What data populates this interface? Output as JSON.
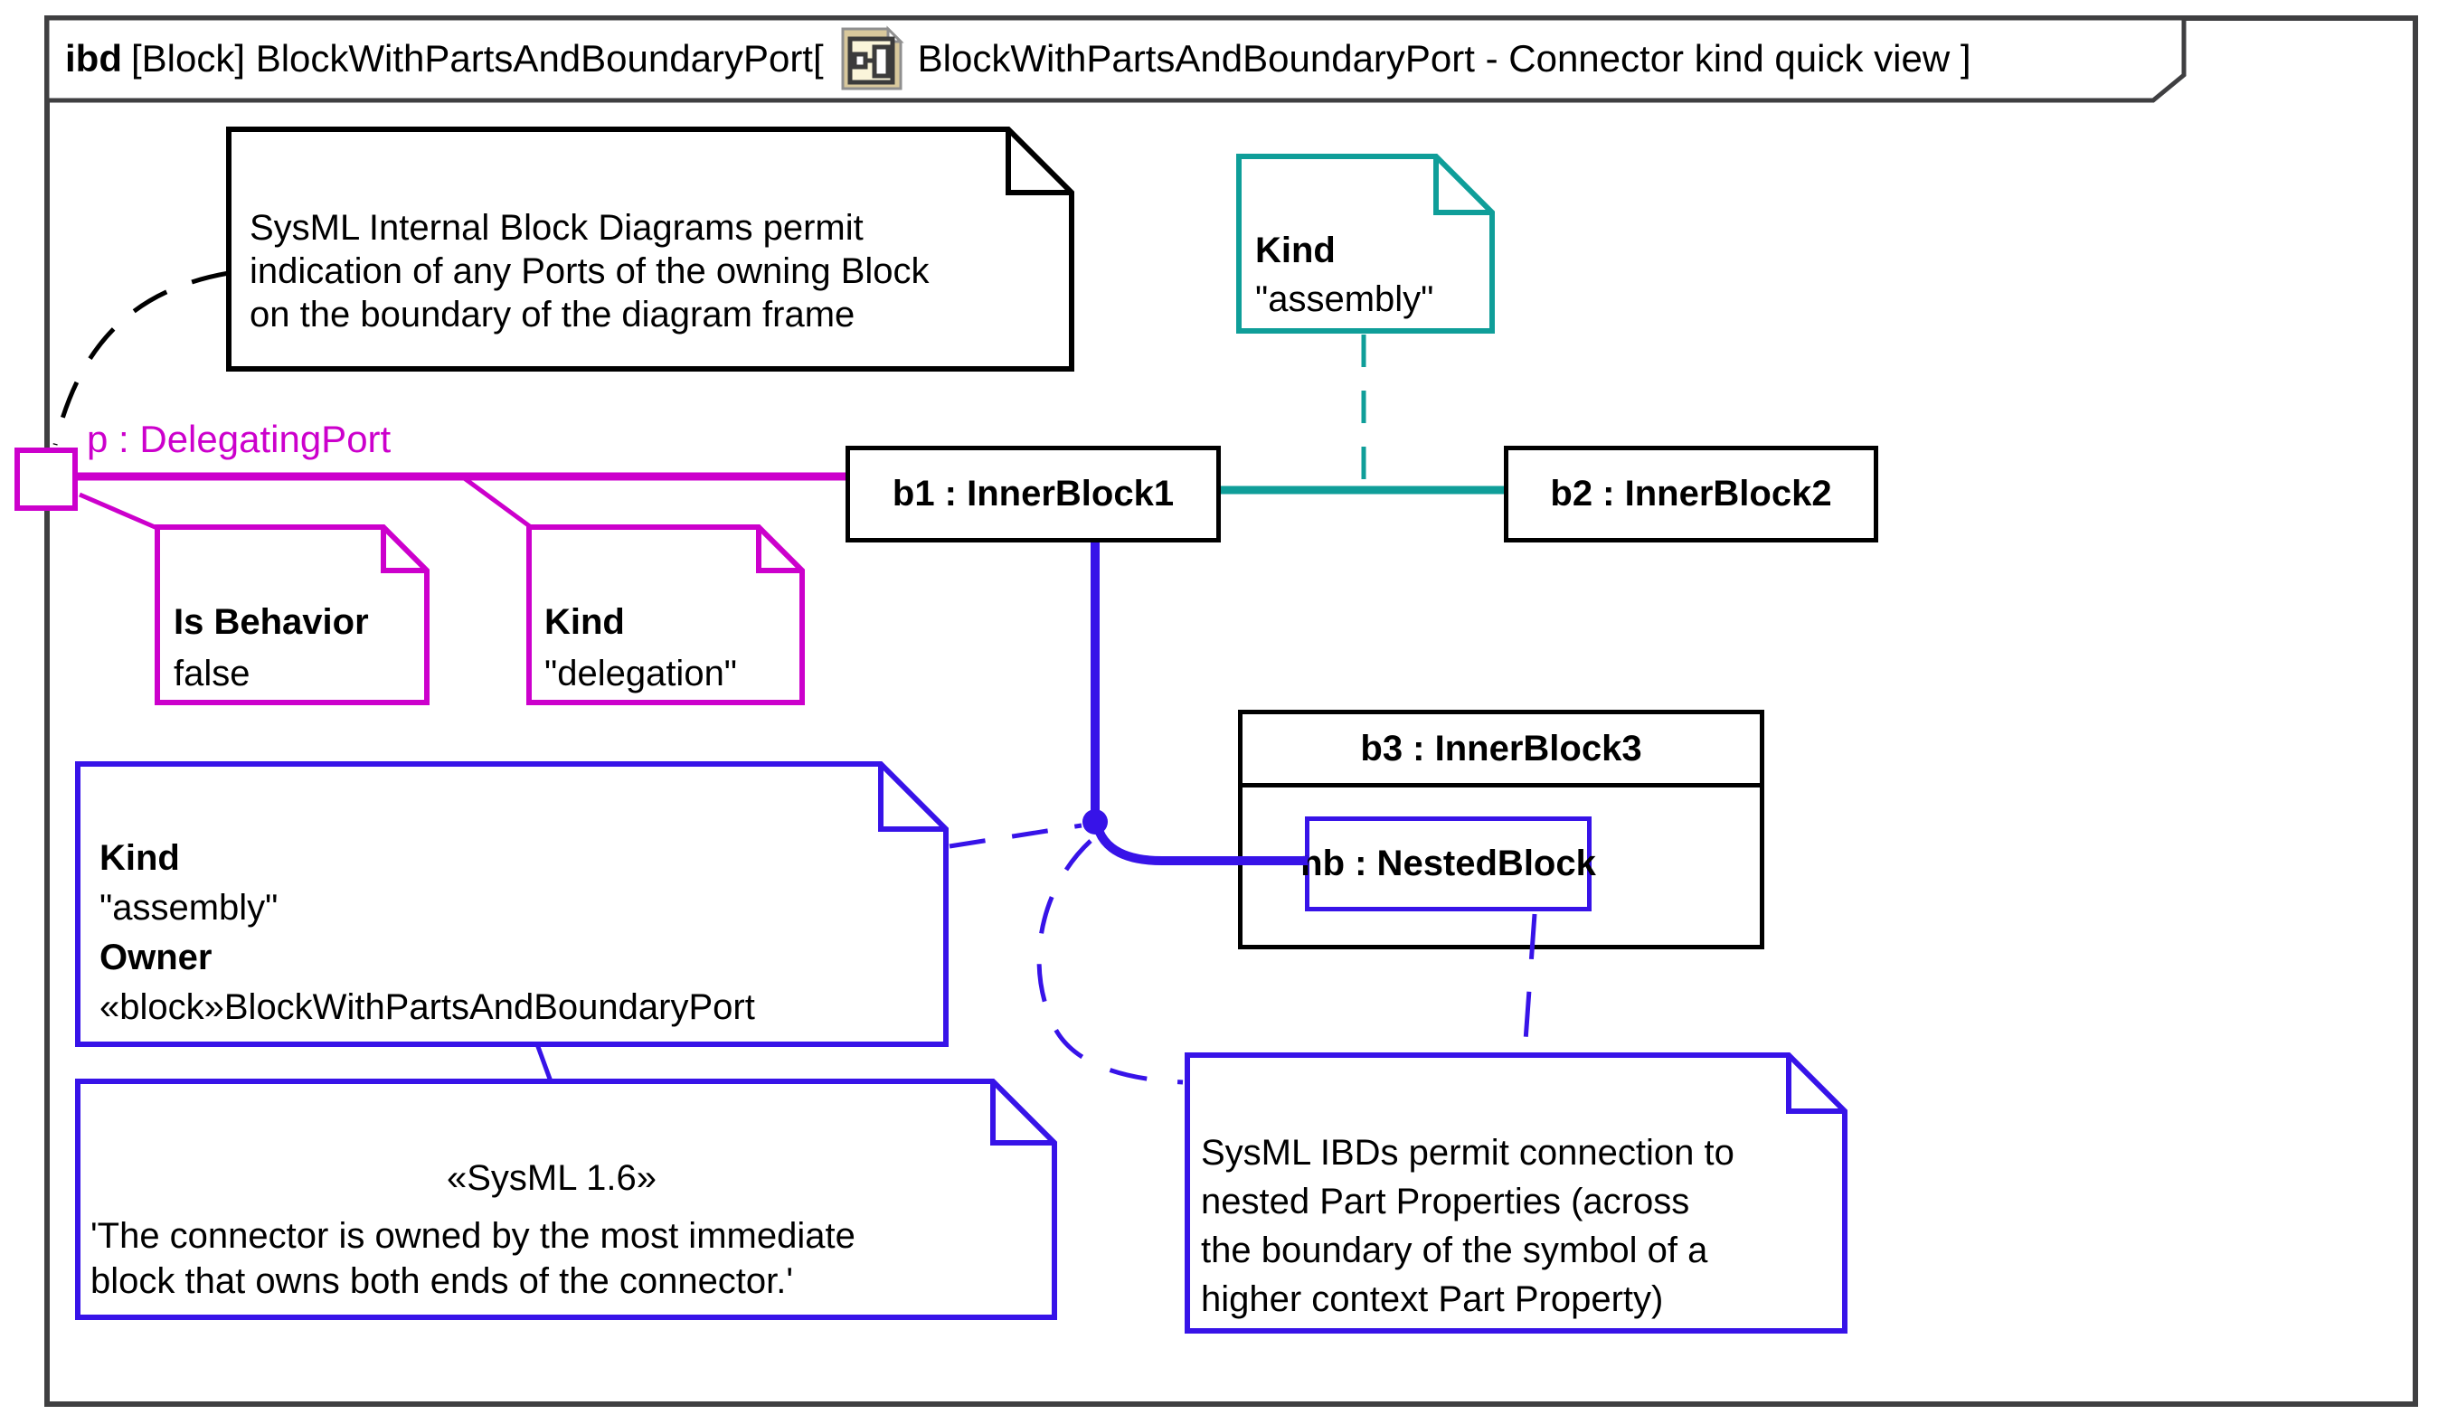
{
  "frame_title": {
    "keyword": "ibd",
    "before_icon": "[Block] BlockWithPartsAndBoundaryPort[",
    "after_icon": "BlockWithPartsAndBoundaryPort - Connector kind quick view ]",
    "icon": "ibd-diagram-icon"
  },
  "port": {
    "name_label": "p : DelegatingPort"
  },
  "blocks": {
    "b1": {
      "label": "b1 : InnerBlock1"
    },
    "b2": {
      "label": "b2 : InnerBlock2"
    },
    "b3": {
      "label": "b3 : InnerBlock3"
    },
    "nb": {
      "label": "nb : NestedBlock"
    }
  },
  "notes": {
    "frame_note": {
      "lines": [
        "SysML Internal Block Diagrams permit",
        "indication of any Ports of the owning Block",
        "on the boundary of the diagram frame"
      ]
    },
    "assembly_note_top": {
      "title": "Kind",
      "value": "\"assembly\""
    },
    "is_behavior_note": {
      "title": "Is Behavior",
      "value": "false"
    },
    "delegation_note": {
      "title": "Kind",
      "value": "\"delegation\""
    },
    "kind_owner_note": {
      "title1": "Kind",
      "value1": "\"assembly\"",
      "title2": "Owner",
      "value2": "«block»BlockWithPartsAndBoundaryPort"
    },
    "sysml_note": {
      "stereotype": "«SysML 1.6»",
      "lines": [
        "'The connector is owned by the most immediate",
        "block that owns both ends of the connector.'"
      ]
    },
    "nested_note": {
      "lines": [
        "SysML IBDs permit connection to",
        "nested Part Properties (across",
        "the boundary of the symbol of a",
        "higher context Part Property)"
      ]
    }
  },
  "colors": {
    "delegation_connector": "#cc00cc",
    "assembly_connector_teal": "#0f9e99",
    "assembly_connector_blue": "#3713e8",
    "frame_border": "#3f3f41",
    "block_border": "#000000"
  }
}
